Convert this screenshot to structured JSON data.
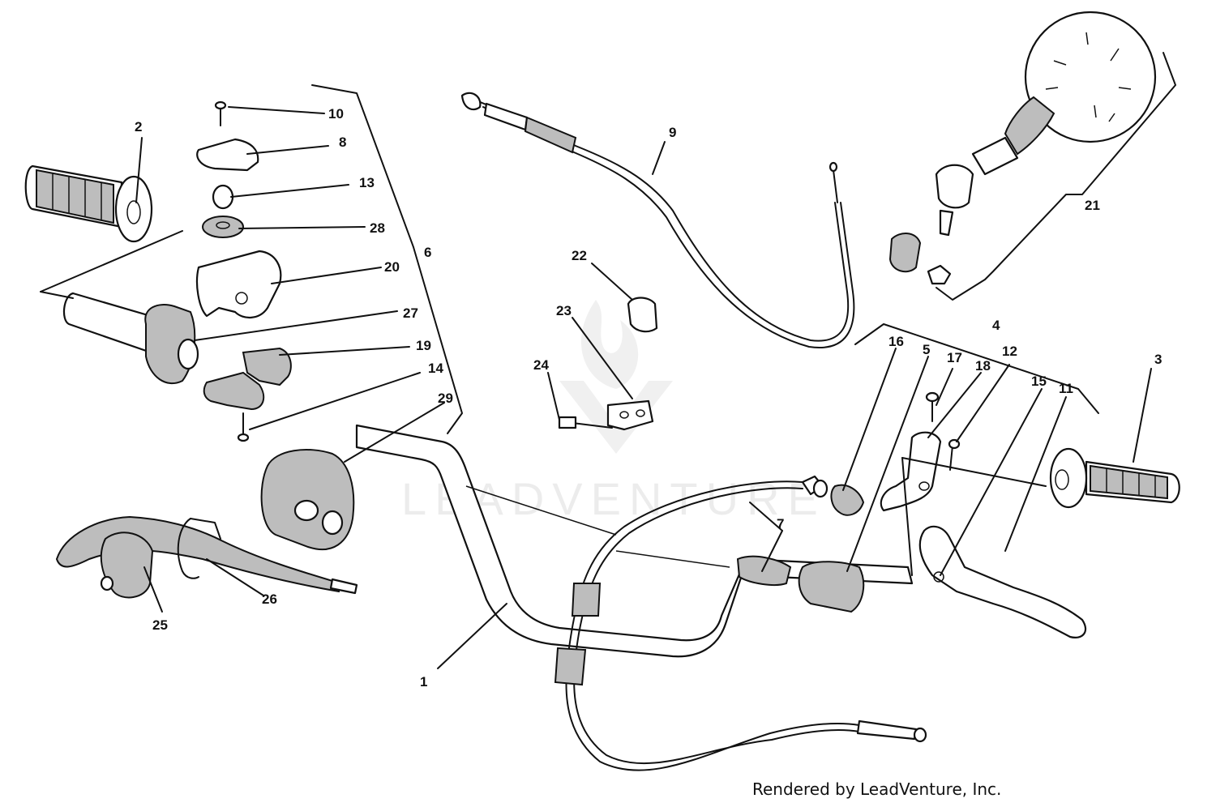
{
  "callouts": {
    "c1": "1",
    "c2": "2",
    "c3": "3",
    "c4": "4",
    "c5": "5",
    "c6": "6",
    "c7": "7",
    "c8": "8",
    "c9": "9",
    "c10": "10",
    "c11": "11",
    "c12": "12",
    "c13": "13",
    "c14": "14",
    "c15": "15",
    "c16": "16",
    "c17": "17",
    "c18": "18",
    "c19": "19",
    "c20": "20",
    "c21": "21",
    "c22": "22",
    "c23": "23",
    "c24": "24",
    "c25": "25",
    "c26": "26",
    "c27": "27",
    "c28": "28",
    "c29": "29"
  },
  "watermark": "LEADVENTURE",
  "footer": "Rendered by LeadVenture, Inc."
}
